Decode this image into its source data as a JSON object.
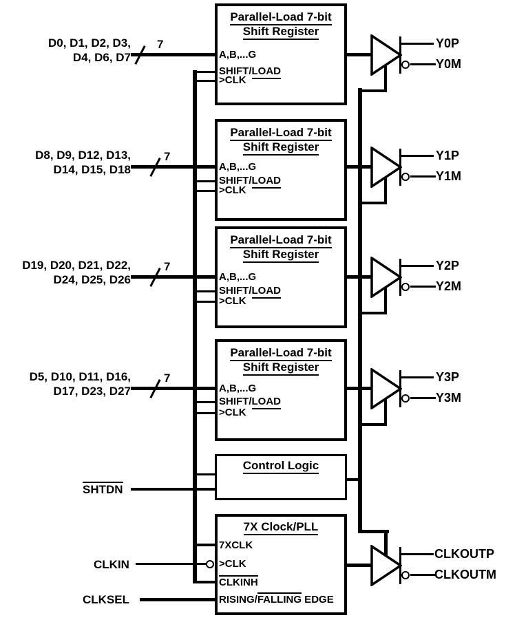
{
  "diagram": {
    "background_color": "#ffffff",
    "line_color": "#000000"
  },
  "shift_registers": [
    {
      "title_line1": "Parallel-Load 7-bit",
      "title_line2": "Shift Register",
      "pin_data": "A,B,...G",
      "pin_shift_prefix": "SHIFT/",
      "pin_shift_load": "LOAD",
      "pin_clk": ">CLK",
      "input_line1": "D0, D1, D2, D3,",
      "input_line2": "D4, D6, D7",
      "bus_width": "7",
      "output_p": "Y0P",
      "output_m": "Y0M"
    },
    {
      "title_line1": "Parallel-Load 7-bit",
      "title_line2": "Shift Register",
      "pin_data": "A,B,...G",
      "pin_shift_prefix": "SHIFT/",
      "pin_shift_load": "LOAD",
      "pin_clk": ">CLK",
      "input_line1": "D8, D9, D12, D13,",
      "input_line2": "D14, D15, D18",
      "bus_width": "7",
      "output_p": "Y1P",
      "output_m": "Y1M"
    },
    {
      "title_line1": "Parallel-Load 7-bit",
      "title_line2": "Shift Register",
      "pin_data": "A,B,...G",
      "pin_shift_prefix": "SHIFT/",
      "pin_shift_load": "LOAD",
      "pin_clk": ">CLK",
      "input_line1": "D19, D20, D21, D22,",
      "input_line2": "D24, D25, D26",
      "bus_width": "7",
      "output_p": "Y2P",
      "output_m": "Y2M"
    },
    {
      "title_line1": "Parallel-Load 7-bit",
      "title_line2": "Shift Register",
      "pin_data": "A,B,...G",
      "pin_shift_prefix": "SHIFT/",
      "pin_shift_load": "LOAD",
      "pin_clk": ">CLK",
      "input_line1": "D5, D10, D11, D16,",
      "input_line2": "D17, D23, D27",
      "bus_width": "7",
      "output_p": "Y3P",
      "output_m": "Y3M"
    }
  ],
  "control_logic": {
    "title": "Control Logic",
    "shutdown_label": "SHTDN"
  },
  "clock_pll": {
    "title": "7X Clock/PLL",
    "pin_7xclk": "7XCLK",
    "pin_clk": ">CLK",
    "pin_clkinh": "CLKINH",
    "pin_edge_prefix": "RISING/",
    "pin_edge_overlined": "FALLING",
    "pin_edge_suffix": " EDGE",
    "clkin_label": "CLKIN",
    "clksel_label": "CLKSEL",
    "output_p": "CLKOUTP",
    "output_m": "CLKOUTM"
  }
}
